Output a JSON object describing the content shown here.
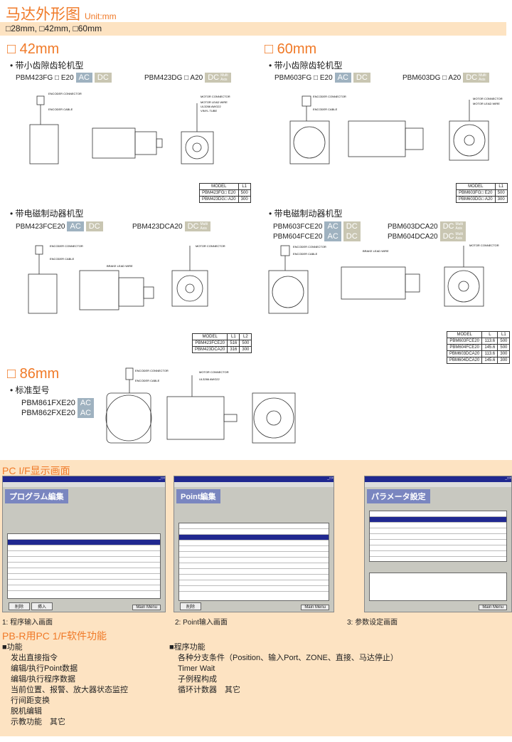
{
  "header": {
    "title": "马达外形图",
    "unit": "Unit:mm",
    "sizes": "□28mm, □42mm, □60mm"
  },
  "s42": {
    "heading": "□ 42mm",
    "gear": {
      "label": "带小齿隙齿轮机型",
      "m1": "PBM423FG □ E20",
      "m2": "PBM423DG □ A20",
      "table": {
        "h": [
          "MODEL",
          "L1"
        ],
        "rows": [
          [
            "PBM423FG□ E20",
            "500"
          ],
          [
            "PBM423DG□ A20",
            "300"
          ]
        ]
      }
    },
    "brake": {
      "label": "带电磁制动器机型",
      "m1": "PBM423FCE20",
      "m2": "PBM423DCA20",
      "table": {
        "h": [
          "MODEL",
          "L1",
          "L2"
        ],
        "rows": [
          [
            "PBM423FCE20",
            "516",
            "500"
          ],
          [
            "PBM423DCA20",
            "316",
            "300"
          ]
        ]
      }
    }
  },
  "s60": {
    "heading": "□ 60mm",
    "gear": {
      "label": "带小齿隙齿轮机型",
      "m1": "PBM603FG □ E20",
      "m2": "PBM603DG □ A20",
      "table": {
        "h": [
          "MODEL",
          "L1"
        ],
        "rows": [
          [
            "PBM603FG□ E20",
            "500"
          ],
          [
            "PBM603DG□ A20",
            "300"
          ]
        ]
      }
    },
    "brake": {
      "label": "带电磁制动器机型",
      "m1": "PBM603FCE20",
      "m2": "PBM604FCE20",
      "m3": "PBM603DCA20",
      "m4": "PBM604DCA20",
      "table": {
        "h": [
          "MODEL",
          "L",
          "L1"
        ],
        "rows": [
          [
            "PBM603FCE20",
            "113.6",
            "500"
          ],
          [
            "PBM604FCE20",
            "145.6",
            "500"
          ],
          [
            "PBM603DCA20",
            "113.6",
            "300"
          ],
          [
            "PBM604DCA20",
            "145.6",
            "300"
          ]
        ]
      }
    }
  },
  "s86": {
    "heading": "□ 86mm",
    "label": "标准型号",
    "m1": "PBM861FXE20",
    "m2": "PBM862FXE20"
  },
  "badges": {
    "ac": "AC",
    "dc": "DC",
    "multi1": "Multi",
    "multi2": "Axis"
  },
  "drawing": {
    "enc_conn": "ENCODER CONNECTOR",
    "enc_cable": "ENCODER CABLE",
    "mot_conn": "MOTOR CONNECTOR",
    "mot_lead": "MOTOR LEAD WIRE",
    "ul": "UL3266 AWG22",
    "tube": "VINYL TUBE",
    "brake": "BRAKE LEAD WIRE"
  },
  "pc": {
    "heading": "PC  I/F显示画面",
    "shots": [
      {
        "title": "プログラム編集",
        "caption": "1: 程序输入画面",
        "btn1": "削除",
        "btn2": "挿入",
        "btn3": "Main Menu"
      },
      {
        "title": "Point編集",
        "caption": "2: Point输入画面",
        "btn1": "削除",
        "btn2": "",
        "btn3": "Main Menu"
      },
      {
        "title": "パラメータ設定",
        "caption": "3: 参数设定画面",
        "btn1": "",
        "btn2": "",
        "btn3": "Main Menu"
      }
    ]
  },
  "sw": {
    "heading": "PB-R用PC 1/F软件功能",
    "func": {
      "title": "■功能",
      "items": [
        "发出直接指令",
        "编辑/执行Point数据",
        "编辑/执行程序数据",
        "当前位置、报警、放大器状态监控",
        "行间距变换",
        "脱机编辑",
        "示教功能　其它"
      ]
    },
    "prog": {
      "title": "■程序功能",
      "items": [
        "各种分支条件（Position、输入Port、ZONE、直接、马达停止）",
        "Timer Wait",
        "子例程构成",
        "循环计数器　其它"
      ]
    }
  }
}
